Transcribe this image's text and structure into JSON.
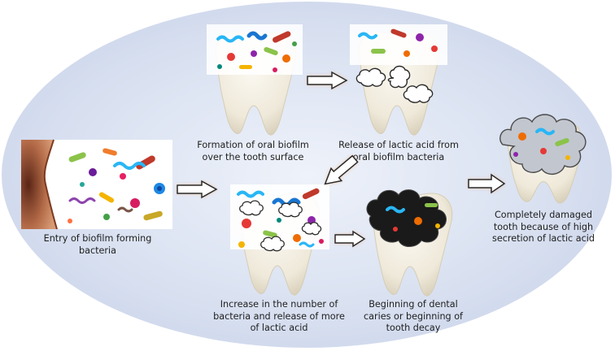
{
  "captions": {
    "entry": "Entry of biofilm forming\nbacteria",
    "formation": "Formation of oral biofilm\nover the tooth surface",
    "release": "Release of lactic acid from\noral biofilm bacteria",
    "increase": "Increase in the number of\nbacteria and release of more\nof lactic acid",
    "beginning": "Beginning of dental\ncaries or beginning of\ntooth decay",
    "damaged": "Completely damaged\ntooth because of high\nsecretion of lactic acid"
  },
  "colors": {
    "background_outer": "#c3cde6",
    "background_inner": "#eef2fa",
    "tooth": "#f3efe4",
    "arrow_fill": "#ffffff",
    "arrow_stroke": "#2a2a2a",
    "arrow_glow": "#f2a66a",
    "mouth": "#a8603e",
    "decay": "#1a1a1a"
  },
  "icons": {
    "arrow": "block-arrow-icon",
    "acid_cloud": "cloud-outline-icon",
    "bacteria": "bacteria-icon"
  }
}
